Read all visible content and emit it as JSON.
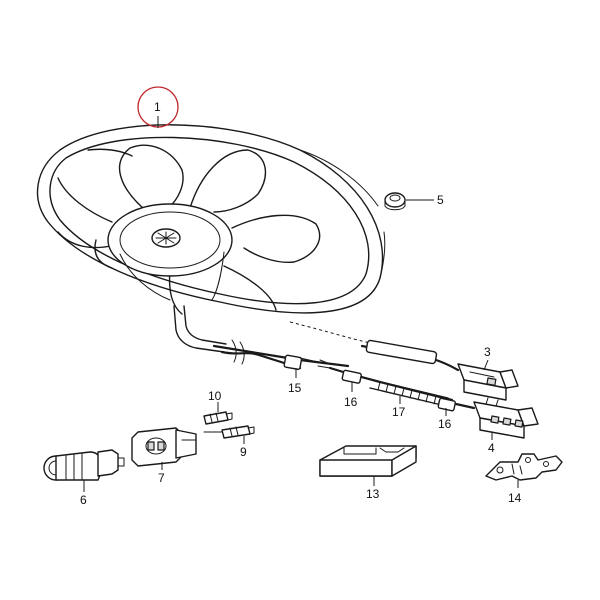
{
  "colors": {
    "line": "#1a1a1a",
    "highlight": "#c0282d",
    "background": "#ffffff"
  },
  "parts": [
    {
      "num": "1",
      "highlighted": true
    },
    {
      "num": "3",
      "highlighted": false
    },
    {
      "num": "4",
      "highlighted": false
    },
    {
      "num": "5",
      "highlighted": false
    },
    {
      "num": "6",
      "highlighted": false
    },
    {
      "num": "7",
      "highlighted": false
    },
    {
      "num": "9",
      "highlighted": false
    },
    {
      "num": "10",
      "highlighted": false
    },
    {
      "num": "13",
      "highlighted": false
    },
    {
      "num": "14",
      "highlighted": false
    },
    {
      "num": "15",
      "highlighted": false
    },
    {
      "num": "16",
      "highlighted": false
    },
    {
      "num": "16",
      "highlighted": false
    },
    {
      "num": "17",
      "highlighted": false
    }
  ]
}
